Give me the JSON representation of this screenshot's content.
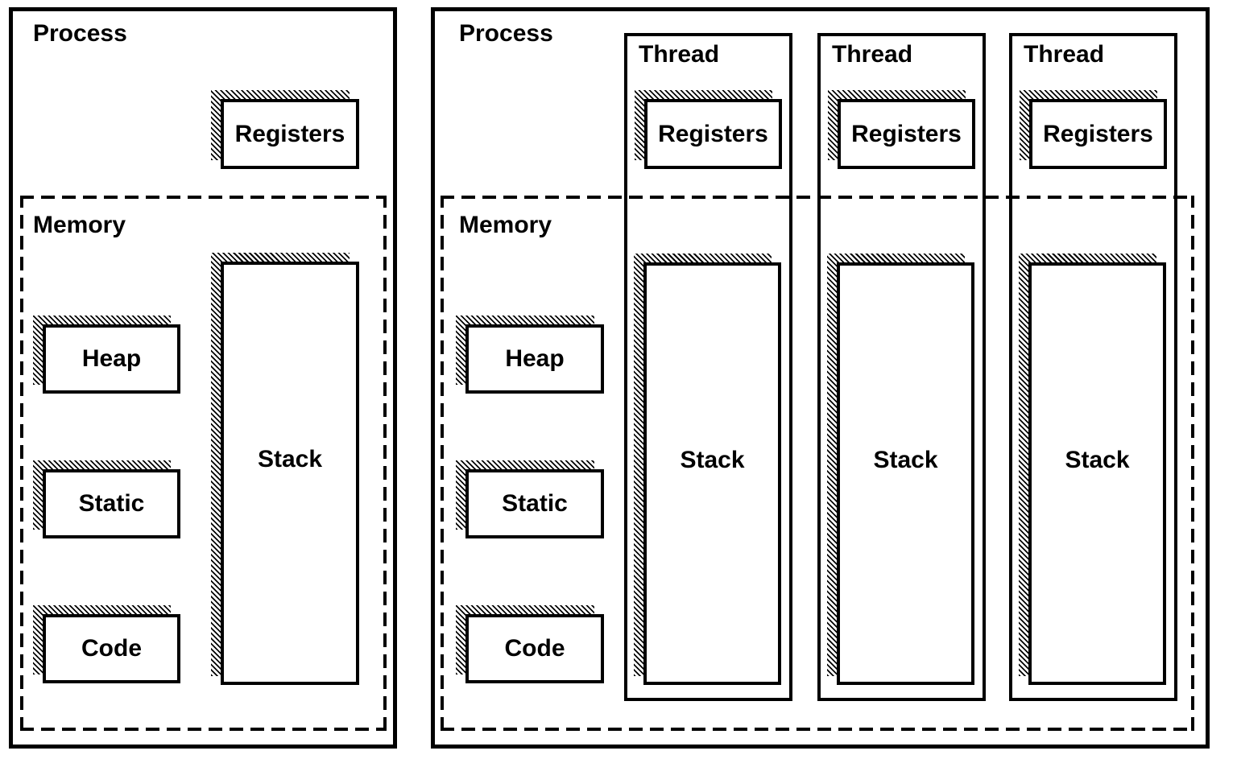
{
  "diagram": {
    "left_process": {
      "title": "Process",
      "registers_label": "Registers",
      "stack_label": "Stack",
      "memory": {
        "title": "Memory",
        "heap_label": "Heap",
        "static_label": "Static",
        "code_label": "Code"
      }
    },
    "right_process": {
      "title": "Process",
      "threads": [
        {
          "title": "Thread",
          "registers_label": "Registers",
          "stack_label": "Stack"
        },
        {
          "title": "Thread",
          "registers_label": "Registers",
          "stack_label": "Stack"
        },
        {
          "title": "Thread",
          "registers_label": "Registers",
          "stack_label": "Stack"
        }
      ],
      "memory": {
        "title": "Memory",
        "heap_label": "Heap",
        "static_label": "Static",
        "code_label": "Code"
      }
    },
    "colors": {
      "ink": "#000000",
      "paper": "#ffffff"
    }
  }
}
